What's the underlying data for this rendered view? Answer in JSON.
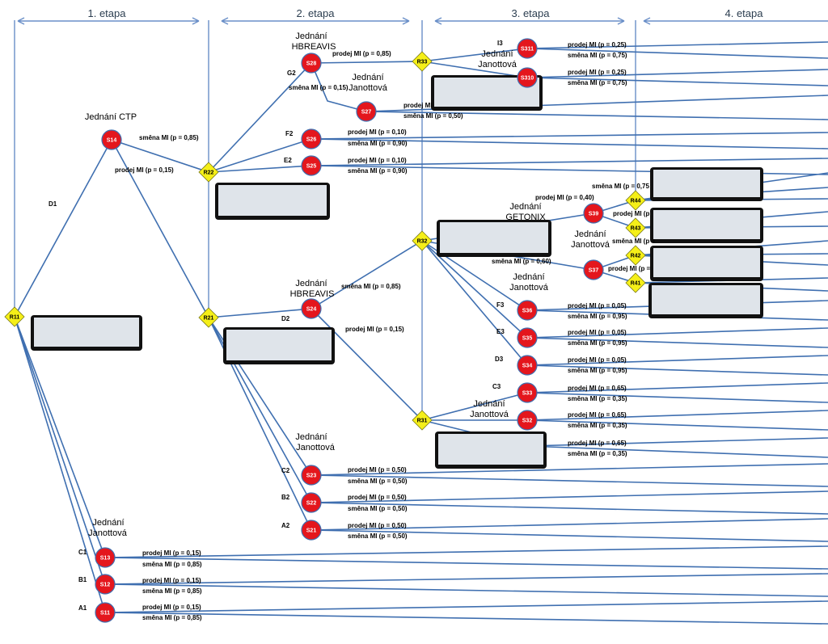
{
  "stages": [
    "1. etapa",
    "2. etapa",
    "3. etapa",
    "4. etapa"
  ],
  "colors": {
    "decision": "#f5ef18",
    "chance": "#e4161d",
    "line": "#3f6fb0"
  },
  "decision_nodes": [
    "R11",
    "R21",
    "R22",
    "R31",
    "R32",
    "R33",
    "R41",
    "R42",
    "R43",
    "R44"
  ],
  "chance_nodes": [
    "S11",
    "S12",
    "S13",
    "S14",
    "S21",
    "S22",
    "S23",
    "S24",
    "S25",
    "S26",
    "S27",
    "S28",
    "S32",
    "S33",
    "S34",
    "S35",
    "S36",
    "S37",
    "S39",
    "S310",
    "S311"
  ],
  "titles": {
    "ctp": "Jednání CTP",
    "hbreavis_l1": "Jednání",
    "hbreavis_l2": "HBREAVIS",
    "janottova_l1": "Jednání",
    "janottova_l2": "Janottová",
    "getonix_l1": "Jednání",
    "getonix_l2": "GETONIX"
  },
  "branch_labels": [
    "D1",
    "C1",
    "B1",
    "A1",
    "D2",
    "C2",
    "B2",
    "A2",
    "F2",
    "E2",
    "G2",
    "I3",
    "F3",
    "E3",
    "D3",
    "C3"
  ],
  "prob_labels": {
    "sale015": "prodej MI (p = 0,15)",
    "swap085": "směna MI (p = 0,85)",
    "sale085": "prodej MI (p = 0,85)",
    "swap015": "směna MI (p = 0,15)",
    "sale050": "prodej MI (p = 0,50)",
    "swap050": "směna MI (p = 0,50)",
    "sale010": "prodej MI (p = 0,10)",
    "swap090": "směna MI (p = 0,90)",
    "sale025": "prodej MI (p = 0,25)",
    "swap075": "směna MI (p = 0,75)",
    "sale040": "prodej MI (p = 0,40)",
    "swap060": "směna MI (p = 0,60)",
    "sale005": "prodej MI (p = 0,05)",
    "swap095": "směna MI (p = 0,95)",
    "sale065": "prodej MI (p = 0,65)",
    "swap035": "směna MI (p = 0,35)",
    "sale_trunc": "prodej MI",
    "swap_trunc": "směna MI (p = 0,75",
    "sale_trunc2": "prodej MI (p",
    "sale_trunc3": "prodej MI (p =",
    "swap_trunc2": "směna MI (p ="
  }
}
